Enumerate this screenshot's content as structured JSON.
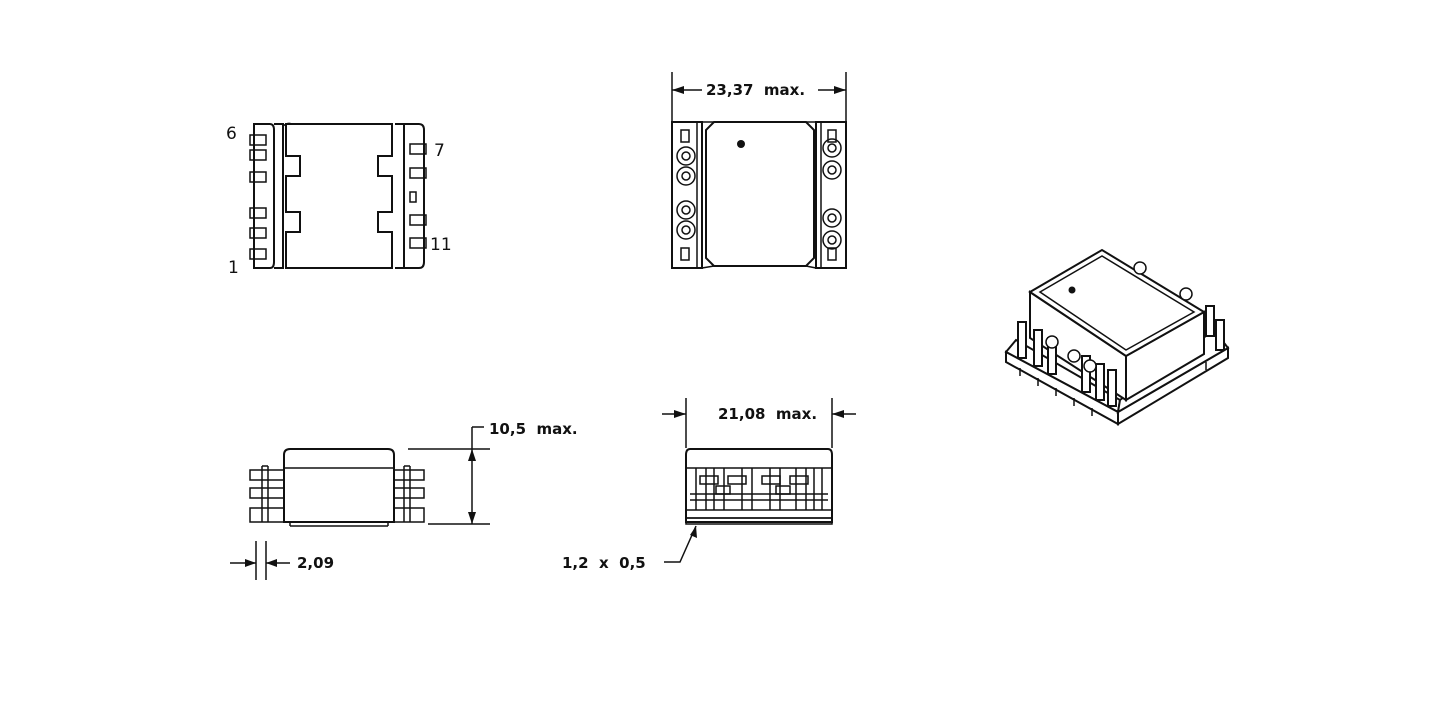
{
  "views": {
    "top": {
      "pins_left": [
        {
          "label": "6"
        },
        {
          "label": "1"
        }
      ],
      "pins_right": [
        {
          "label": "7"
        },
        {
          "label": "11"
        }
      ]
    },
    "bottom": {
      "width_dim": "23,37  max."
    },
    "side": {
      "height_dim": "10,5  max.",
      "pin_pitch_dim": "2,09"
    },
    "front": {
      "width_dim": "21,08  max.",
      "pad_dim": "1,2  x  0,5"
    },
    "isometric": {}
  }
}
